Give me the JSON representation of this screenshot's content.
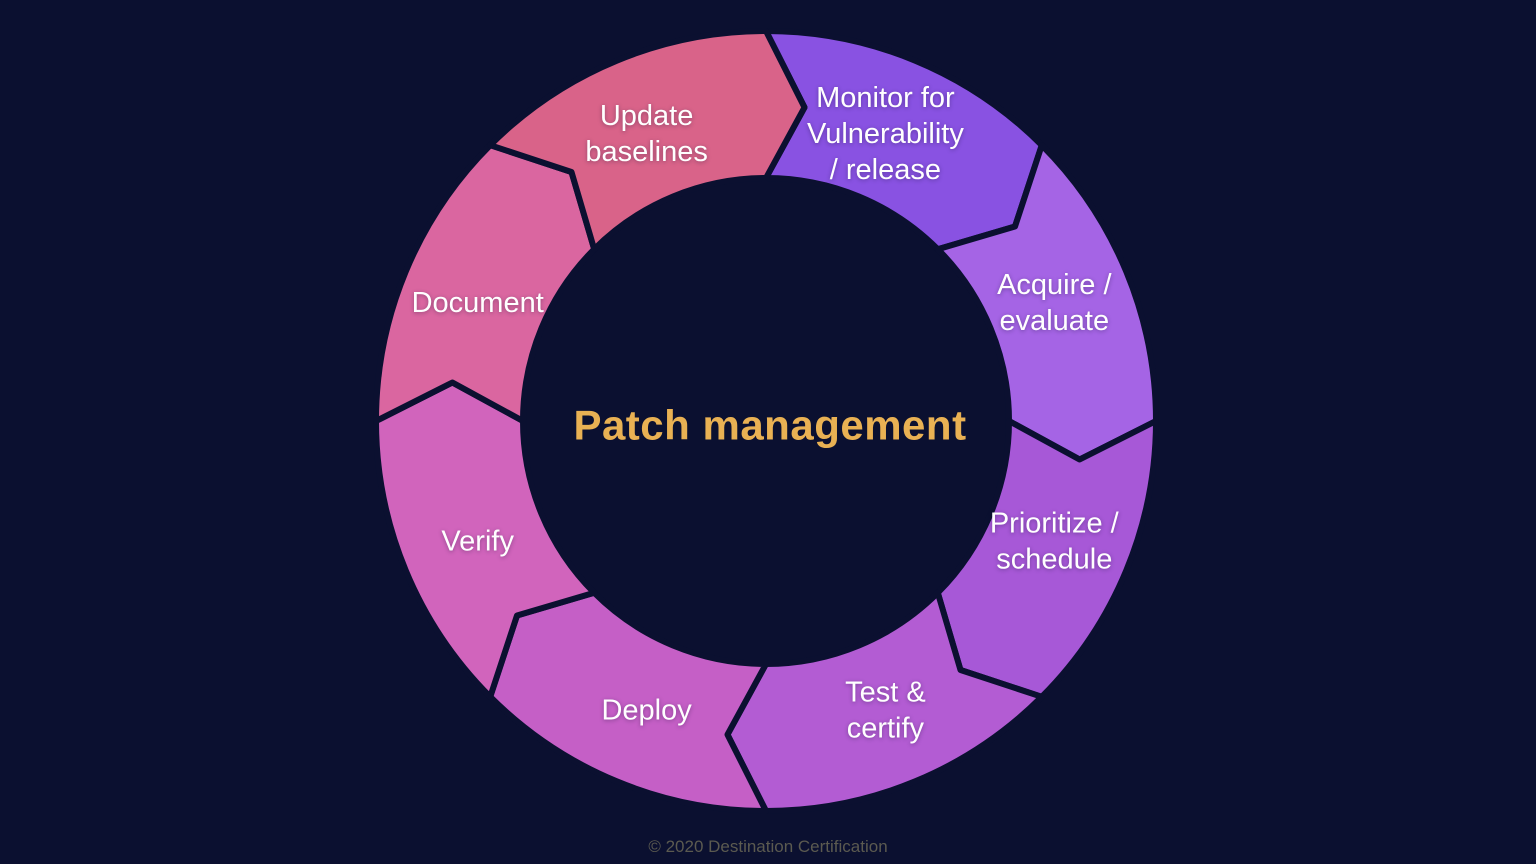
{
  "colors": {
    "background": "#0b1030",
    "divider": "#0b1030",
    "title": "#e9b153",
    "label": "#ffffff",
    "footer": "#5b5a50"
  },
  "diagram": {
    "type": "cycle-arrow-ring",
    "direction": "clockwise",
    "title": "Patch management",
    "segments": [
      {
        "id": "monitor",
        "label": "Monitor for Vulnerability / release",
        "lines": [
          "Monitor for",
          "Vulnerability",
          "/ release"
        ],
        "color": "#8952e2",
        "start_angle": 90,
        "end_angle": 45
      },
      {
        "id": "acquire",
        "label": "Acquire / evaluate",
        "lines": [
          "Acquire /",
          "evaluate"
        ],
        "color": "#a564e5",
        "start_angle": 45,
        "end_angle": 0
      },
      {
        "id": "prioritize",
        "label": "Prioritize / schedule",
        "lines": [
          "Prioritize /",
          "schedule"
        ],
        "color": "#a758d7",
        "start_angle": 0,
        "end_angle": -45
      },
      {
        "id": "test-certify",
        "label": "Test & certify",
        "lines": [
          "Test &",
          "certify"
        ],
        "color": "#b35cd3",
        "start_angle": -45,
        "end_angle": -90
      },
      {
        "id": "deploy",
        "label": "Deploy",
        "lines": [
          "Deploy"
        ],
        "color": "#c55fc6",
        "start_angle": -90,
        "end_angle": -135
      },
      {
        "id": "verify",
        "label": "Verify",
        "lines": [
          "Verify"
        ],
        "color": "#d164bc",
        "start_angle": -135,
        "end_angle": -180
      },
      {
        "id": "document",
        "label": "Document",
        "lines": [
          "Document"
        ],
        "color": "#da66a0",
        "start_angle": -180,
        "end_angle": -225
      },
      {
        "id": "update-baselines",
        "label": "Update baselines",
        "lines": [
          "Update",
          "baselines"
        ],
        "color": "#d96389",
        "start_angle": -225,
        "end_angle": -270
      }
    ]
  },
  "footer": {
    "copyright": "© 2020 Destination Certification"
  }
}
